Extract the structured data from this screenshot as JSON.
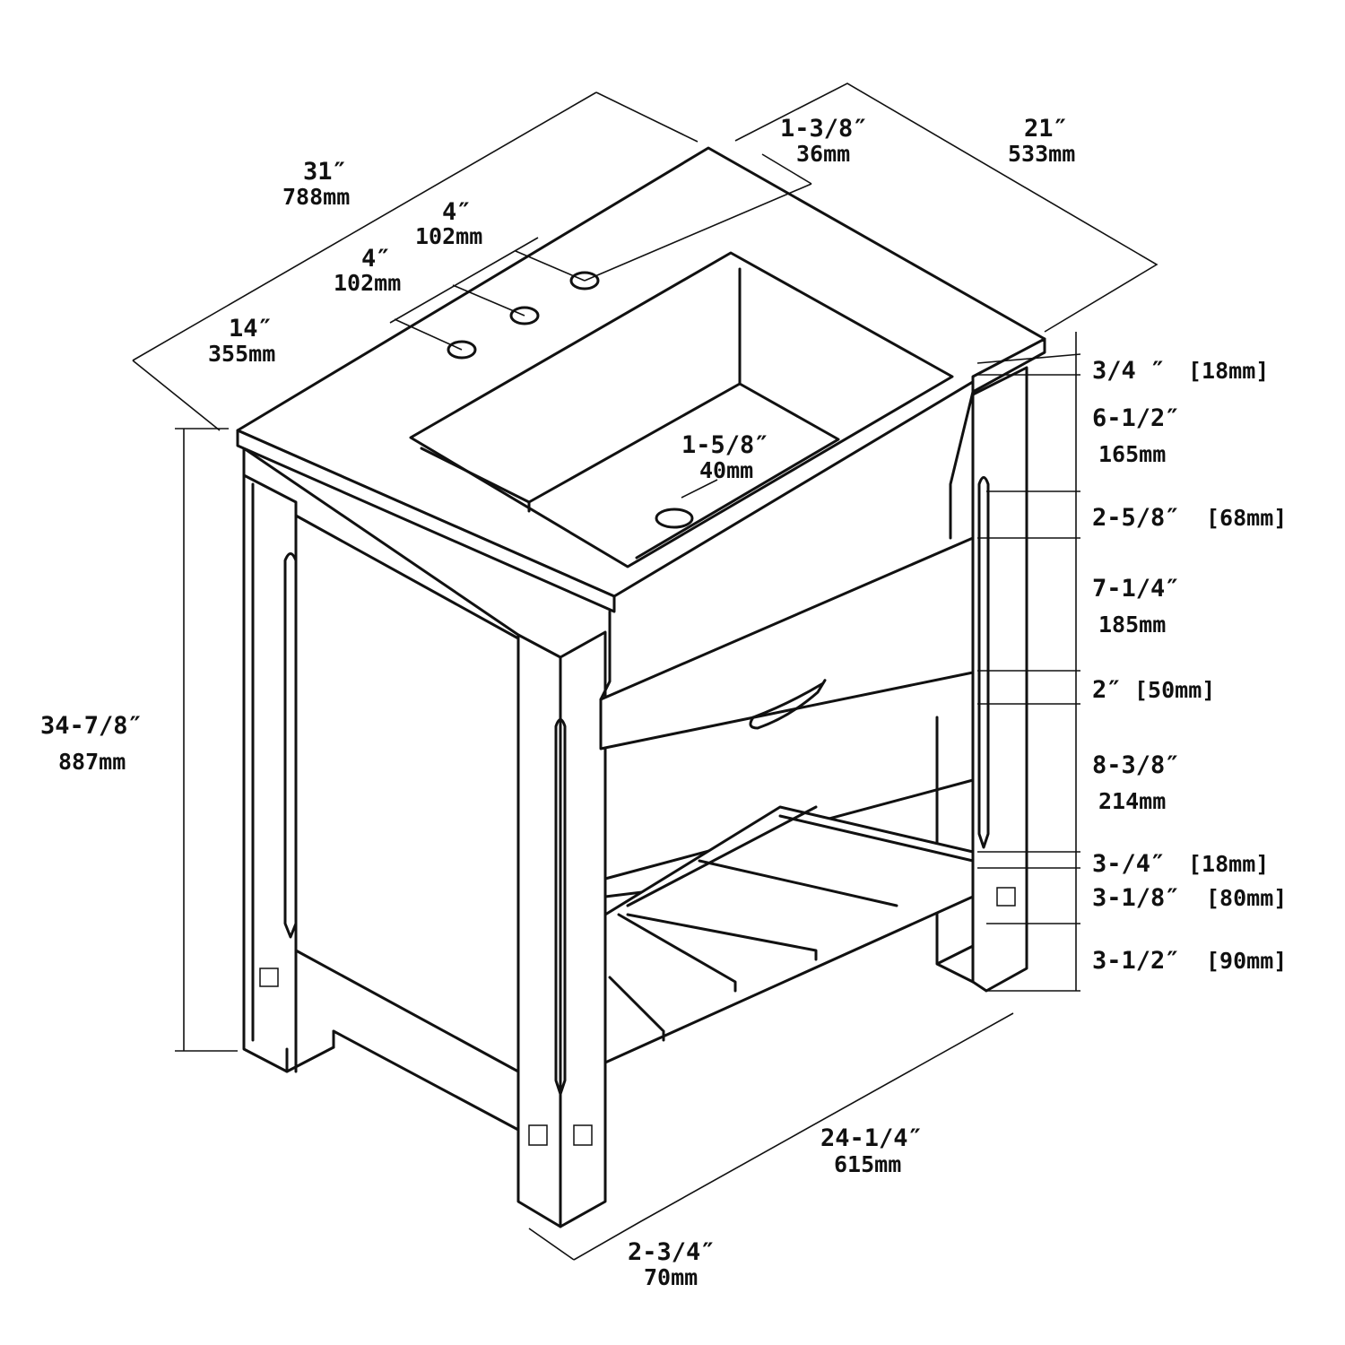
{
  "title": "Vanity dimension drawing",
  "dimensions": {
    "overall_width": {
      "in": "31″",
      "mm": "788mm"
    },
    "back_splash_offset": {
      "in": "1-3/8″",
      "mm": "36mm"
    },
    "depth": {
      "in": "21″",
      "mm": "533mm"
    },
    "faucet_spacing_1": {
      "in": "4″",
      "mm": "102mm"
    },
    "faucet_spacing_2": {
      "in": "4″",
      "mm": "102mm"
    },
    "faucet_from_side": {
      "in": "14″",
      "mm": "355mm"
    },
    "drain_diameter": {
      "in": "1-5/8″",
      "mm": "40mm"
    },
    "overall_height": {
      "in": "34-7/8″",
      "mm": "887mm"
    },
    "cabinet_depth": {
      "in": "24-1/4″",
      "mm": "615mm"
    },
    "leg_width": {
      "in": "2-3/4″",
      "mm": "70mm"
    }
  },
  "vertical_stack": [
    {
      "in": "3/4 ″",
      "mm": "[18mm]"
    },
    {
      "in": "6-1/2″",
      "mm": "165mm"
    },
    {
      "in": "2-5/8″",
      "mm": "[68mm]"
    },
    {
      "in": "7-1/4″",
      "mm": "185mm"
    },
    {
      "in": "2″",
      "mm": "[50mm]"
    },
    {
      "in": "8-3/8″",
      "mm": "214mm"
    },
    {
      "in": "3-/4″",
      "mm": "[18mm]"
    },
    {
      "in": "3-1/8″",
      "mm": "[80mm]"
    },
    {
      "in": "3-1/2″",
      "mm": "[90mm]"
    }
  ]
}
